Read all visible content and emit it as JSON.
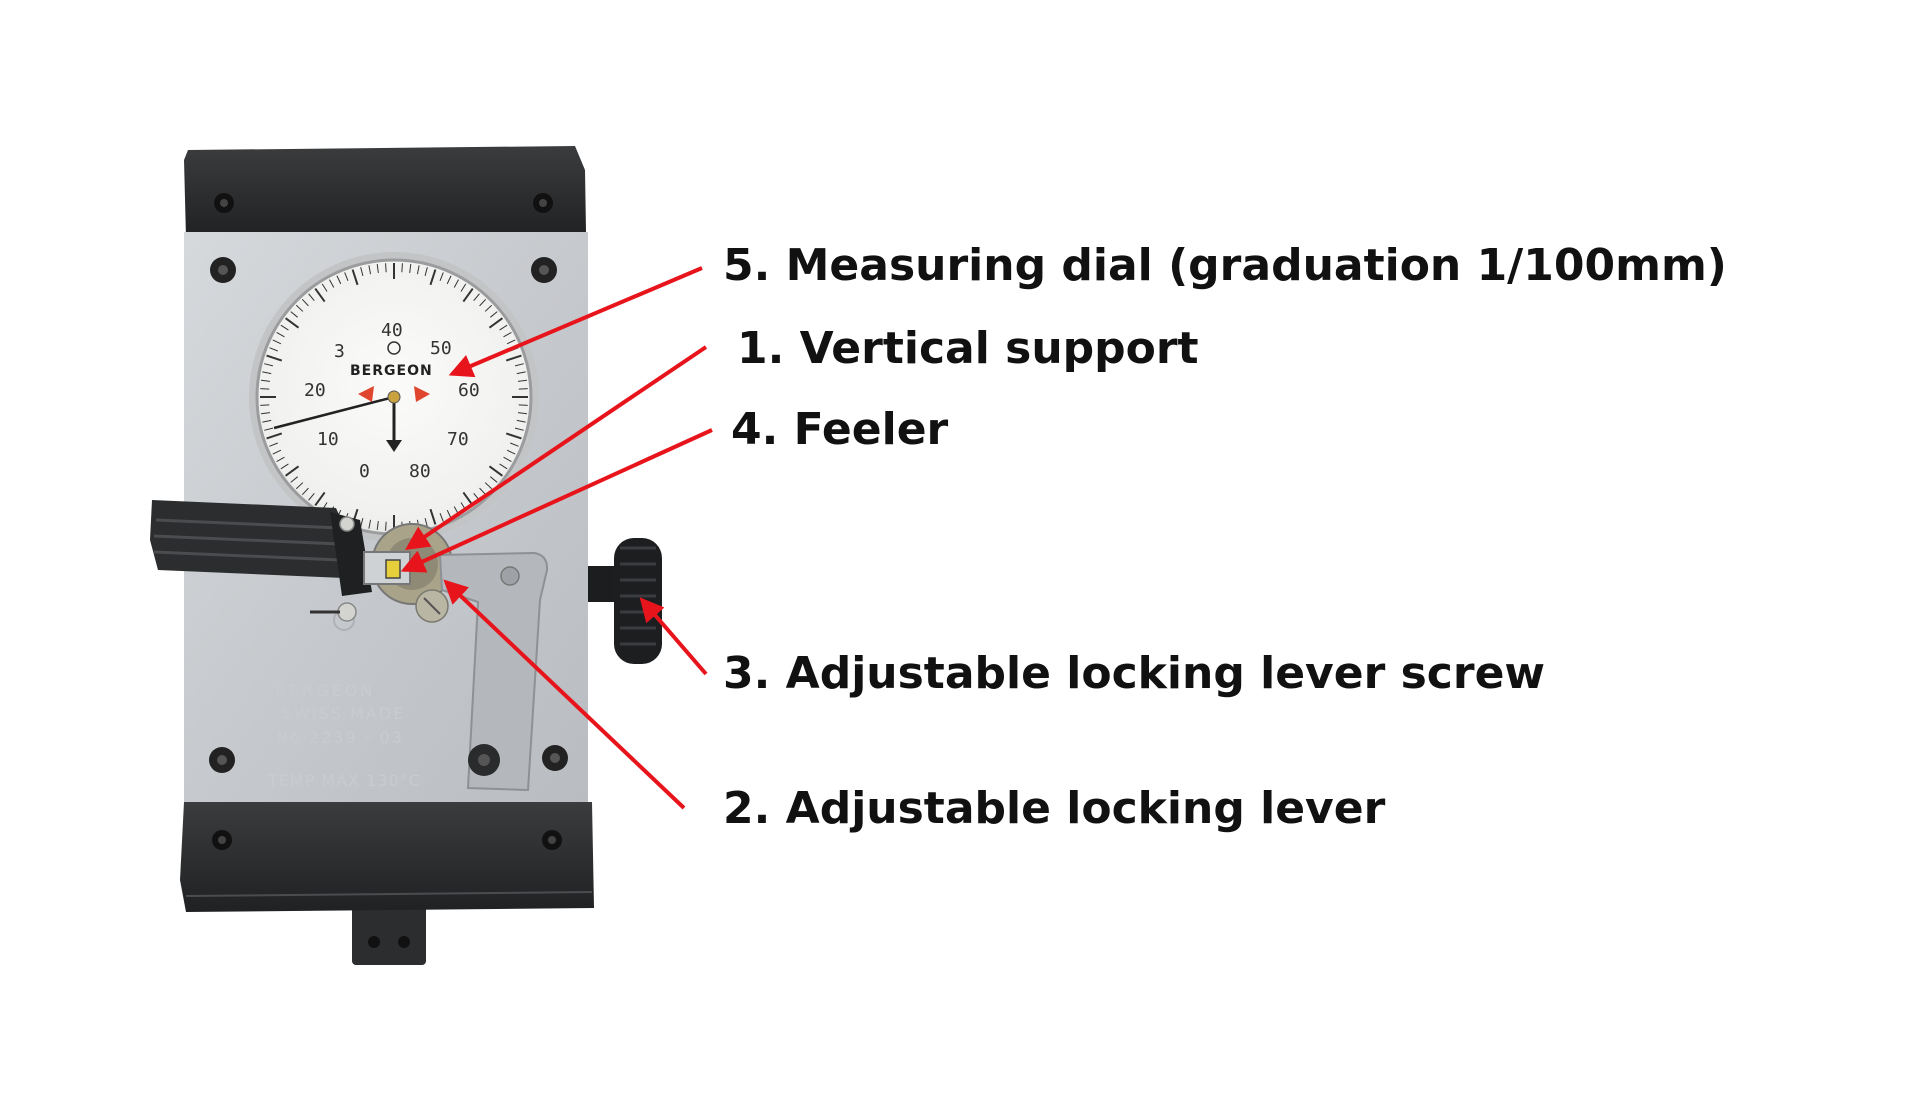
{
  "callouts": [
    {
      "id": "c5",
      "text": "5. Measuring dial (graduation 1/100mm)"
    },
    {
      "id": "c1",
      "text": "1. Vertical support"
    },
    {
      "id": "c4",
      "text": "4. Feeler"
    },
    {
      "id": "c3",
      "text": "3. Adjustable locking lever screw"
    },
    {
      "id": "c2",
      "text": "2. Adjustable locking lever"
    }
  ],
  "dial": {
    "brand": "BERGEON",
    "numbers": [
      "0",
      "10",
      "20",
      "3",
      "40",
      "50",
      "60",
      "70",
      "80"
    ]
  },
  "plate": {
    "brand": "BERGEON",
    "origin": "SWISS MADE",
    "model": "No 2239 - 03",
    "temp": "TEMP MAX 130°C"
  },
  "colors": {
    "arrow": "#e8141c",
    "plate": "#c9ccd0",
    "rail": "#2a2c2e",
    "text": "#111111"
  }
}
